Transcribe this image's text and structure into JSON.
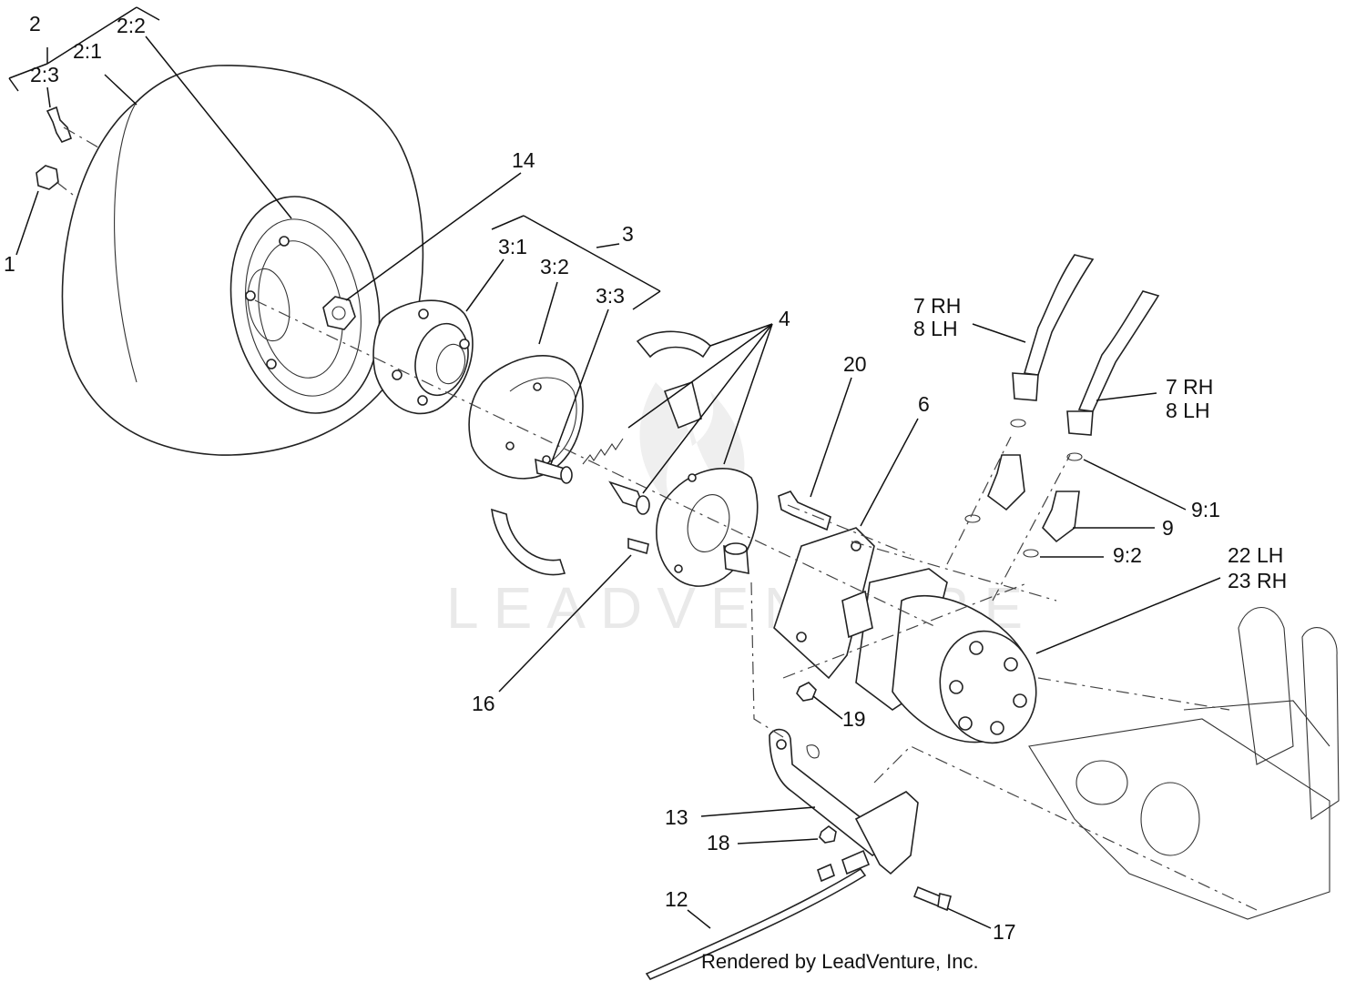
{
  "labels": {
    "l2": "2",
    "l2_2": "2:2",
    "l2_1": "2:1",
    "l2_3": "2:3",
    "l1": "1",
    "l14": "14",
    "l3": "3",
    "l3_1": "3:1",
    "l3_2": "3:2",
    "l3_3": "3:3",
    "l4": "4",
    "l20": "20",
    "l6": "6",
    "l7rh_a": "7 RH",
    "l8lh_a": "8 LH",
    "l7rh_b": "7 RH",
    "l8lh_b": "8 LH",
    "l9_1": "9:1",
    "l9": "9",
    "l9_2": "9:2",
    "l22lh": "22 LH",
    "l23rh": "23 RH",
    "l16": "16",
    "l19": "19",
    "l13": "13",
    "l18": "18",
    "l12": "12",
    "l17": "17"
  },
  "credit": "Rendered by LeadVenture, Inc.",
  "watermark": "LEADVENTURE"
}
